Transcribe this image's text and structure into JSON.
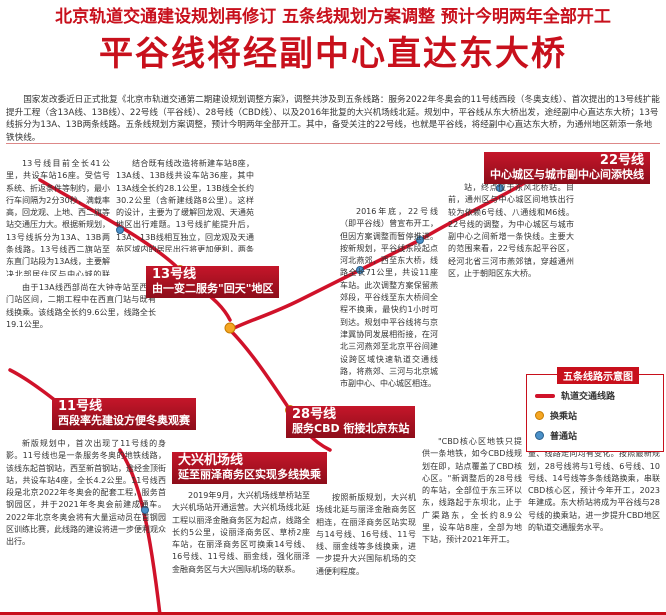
{
  "header": {
    "subtitle": "北京轨道交通建设规划再修订 五条线规划方案调整 预计今明两年全部开工",
    "title": "平谷线将经副中心直达东大桥"
  },
  "lead": {
    "text": "国家发改委近日正式批复《北京市轨道交通第二期建设规划调整方案》，调整共涉及到五条线路：服务2022年冬奥会的11号线西段（冬奥支线）、首次提出的13号线扩能提升工程（含13A线、13B线）、22号线（平谷线）、28号线（CBD线）、以及2016年批复的大兴机场线北延。规划中，平谷线从东大桥出发，途经副中心直达东大桥；13号线拆分为13A、13B两条线路。五条线规划方案调整，预计今明两年全部开工。其中，备受关注的22号线，也就是平谷线，将经副中心直达东大桥，为通州地区新添一条地铁快线。"
  },
  "columns": {
    "col1_top": "13号线目前全长41公里，共设车站16座。受信号系统、折返条件等制约，最小行车间隔为2分30秒，满载率高，回龙观、上地、西二旗等站交通压力大。根据新规划，13号线拆分为13A、13B两条线路。13号线西二旗站至东直门站段为13A线，主要解决北部居住区与中心城的联系；13号线新增了西二旗至西直门的支线，有效缓解西二旗、回龙观交通压力；13B线和昌平线衔接，乘客可以不下车直接进入中心城。",
    "col2_top": "结合既有线改造将新建车站8座，13A线、13B线共设车站36座，其中13A线全长约28.1公里，13B线全长约30.2公里（含新建线路8公里）。这样的设计，主要为了缓解回龙观、天通苑地区出行难题。13号线扩能提升后，13A、13B线相互独立，回龙观及天通苑区域内的居民出行将更加便利，两条线路在西二旗站换乘，13A线直达中关村。",
    "col3_top": "2016年底，22号线（即平谷线）曾宣布开工，但因方案调整而暂停推进。按新规划，平谷线东段起点河北燕郊，西至东大桥，线路全长71公里，共设11座车站。此次调整方案保留燕郊段，平谷线至东大桥间全程不换乘，最快约1小时可到达。规划中平谷线将与京津冀协同发展相衔接，在河北三河燕郊至北京平谷间建设跨区域快速轨道交通线路，将燕郊、三河与北京城市副中心、中心城区相连。",
    "col4_top": "站，终点位于东风北桥站。目前，通州区与中心城区间地铁出行较为依赖6号线、八通线和M6线。22号线的调整，为中心城区与城市副中心之间新增一条快线。主要大的范围来看，22号线东起平谷区，经河北省三河市燕郊镇，穿越通州区，止于朝阳区东大桥。",
    "col1_mid": "由于13A线西部尚在大钟寺站至西直门站区间，二期工程中在西直门站与既有线换乘。该线路全长约9.6公里，线路全长19.1公里。",
    "col1_bottom": "新版规划中，首次出现了11号线的身影。11号线也是一条服务冬奥的地铁线路，该线东起首钢站，西至新首钢站，途经金顶街站，共设车站4座，全长4.2公里。11号线西段是北京2022年冬奥会的配套工程，服务首钢园区，并于2021年冬奥会前建成通车。2022年北京冬奥会将有大量运动员在首钢园区训练比赛，此线路的建设将进一步便利观众出行。",
    "col2_bottom": "2019年9月，大兴机场线草桥站至大兴机场站开通运营。大兴机场线北延工程以丽泽金融商务区为起点，线路全长约5公里，设丽泽商务区、草桥2座车站，在丽泽商务区可换乘14号线、16号线、11号线、丽金线，强化丽泽金融商务区与大兴国际机场的联系。",
    "col3_bottom": "按照新版规划，大兴机场线北延与丽泽金融商务区相连，在丽泽商务区站实现与14号线、16号线、11号线、丽金线等多线换乘，进一步提升大兴国际机场的交通便利程度。",
    "col4_bottom": "\"CBD核心区地铁只提供一条地铁，如今CBD线规划在即，站点覆盖了CBD核心区。\"新调整后的28号线的车站，全部位于东三环以东，线路起于东坝北，止于广渠路东，全长约8.9公里，设车站8座，全部为地下站，预计2021年开工。",
    "col5_bottom": "28号线建设规划调整后，设站数量、线路走向均有变化。按照最新规划，28号线将与1号线、6号线、10号线、14号线等多条线路换乘，串联CBD核心区，预计今年开工，2023年建成。东大桥站将成为平谷线与28号线的换乘站，进一步提升CBD地区的轨道交通服务水平。"
  },
  "banners": {
    "line22_num": "22号线",
    "line22_text": "中心城区与城市副中心间添快线",
    "line13_num": "13号线",
    "line13_text": "由一变二服务\"回天\"地区",
    "line11_num": "11号线",
    "line11_text": "西段率先建设方便冬奥观赛",
    "line28_num": "28号线",
    "line28_text": "服务CBD 衔接北京东站",
    "daxing_num": "大兴机场线",
    "daxing_text": "延至丽泽商务区实现多线换乘"
  },
  "legend": {
    "title": "五条线路示意图",
    "item_line": "轨道交通线路",
    "item_transfer": "换乘站",
    "item_station": "普通站"
  },
  "colors": {
    "accent": "#c8101c",
    "line": "#d0122a",
    "transfer": "#f5a623",
    "station": "#4a90c8"
  }
}
